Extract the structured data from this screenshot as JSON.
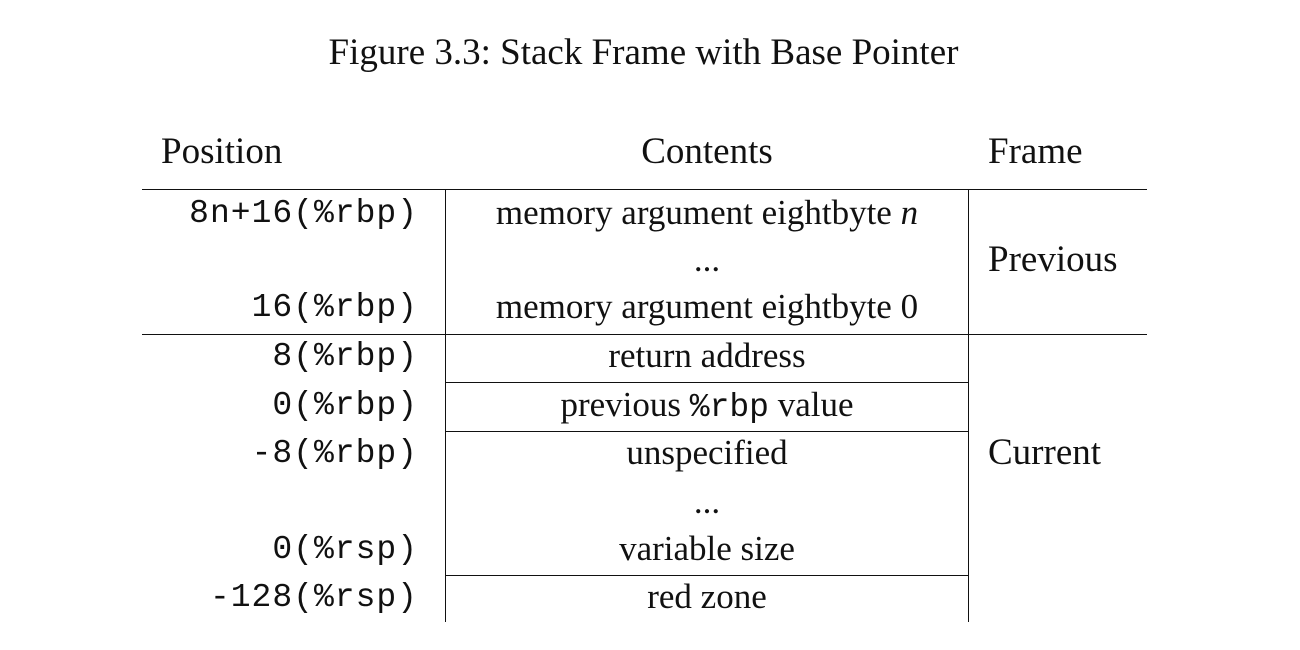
{
  "figure": {
    "caption": "Figure 3.3: Stack Frame with Base Pointer"
  },
  "table": {
    "headers": {
      "position": "Position",
      "contents": "Contents",
      "frame": "Frame"
    },
    "positions": [
      "8n+16(%rbp)",
      "16(%rbp)",
      "8(%rbp)",
      "0(%rbp)",
      "-8(%rbp)",
      "0(%rsp)",
      "-128(%rsp)"
    ],
    "contents": {
      "mem_arg_n_prefix": "memory argument eightbyte",
      "mem_arg_n_var": "n",
      "ellipsis_previous": "...",
      "mem_arg_0": "memory argument eightbyte 0",
      "return_address": "return address",
      "prev_rbp_prefix": "previous",
      "prev_rbp_reg": "%rbp",
      "prev_rbp_suffix": "value",
      "unspecified": "unspecified",
      "ellipsis_current": "...",
      "variable_size": "variable size",
      "red_zone": "red zone"
    },
    "frames": {
      "previous": "Previous",
      "current": "Current"
    }
  }
}
